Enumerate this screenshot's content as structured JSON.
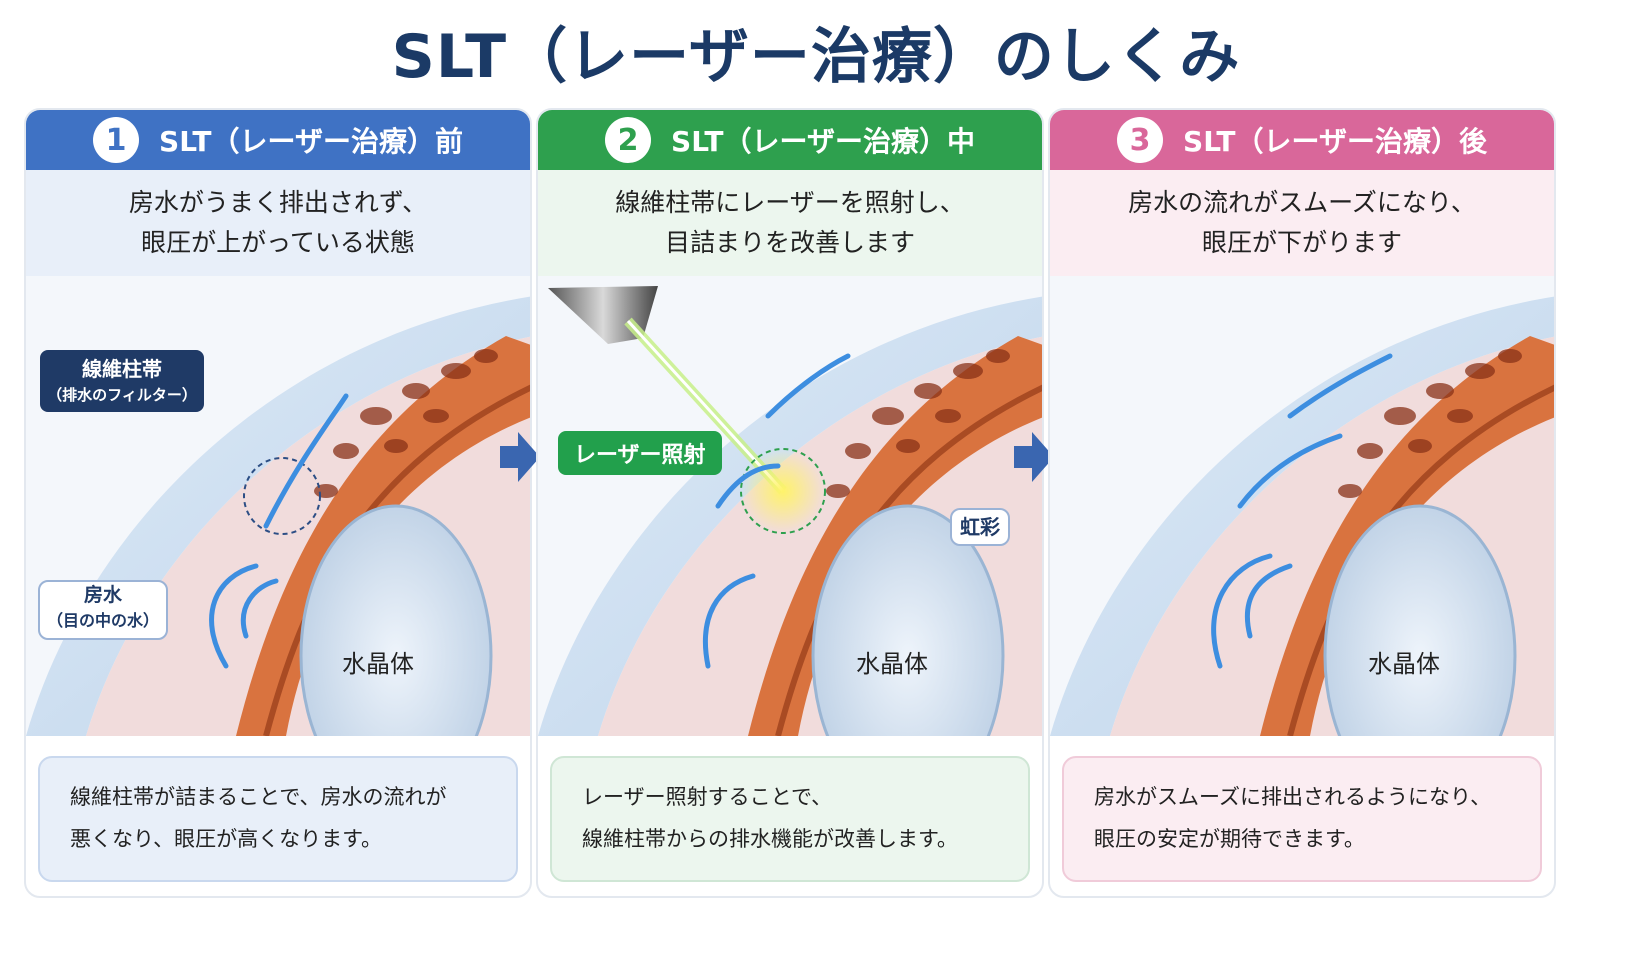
{
  "title": "SLT（レーザー治療）のしくみ",
  "panels": [
    {
      "number": "1",
      "header": "SLT（レーザー治療）前",
      "subtitle_line1": "房水がうまく排出されず、",
      "subtitle_line2": "眼圧が上がっている状態",
      "note_line1": "線維柱帯が詰まることで、房水の流れが",
      "note_line2": "悪くなり、眼圧が高くなります。",
      "lens_label": "水晶体",
      "color": "#3f72c4",
      "bg": "#e8eff9"
    },
    {
      "number": "2",
      "header": "SLT（レーザー治療）中",
      "subtitle_line1": "線維柱帯にレーザーを照射し、",
      "subtitle_line2": "目詰まりを改善します",
      "note_line1": "レーザー照射することで、",
      "note_line2": "線維柱帯からの排水機能が改善します。",
      "lens_label": "水晶体",
      "color": "#2ea04e",
      "bg": "#ecf6ee"
    },
    {
      "number": "3",
      "header": "SLT（レーザー治療）後",
      "subtitle_line1": "房水の流れがスムーズになり、",
      "subtitle_line2": "眼圧が下がります",
      "note_line1": "房水がスムーズに排出されるようになり、",
      "note_line2": "眼圧の安定が期待できます。",
      "lens_label": "水晶体",
      "color": "#d9679a",
      "bg": "#fbedf2"
    }
  ],
  "labels": {
    "trabecular_title": "線維柱帯",
    "trabecular_sub": "（排水のフィルター）",
    "aqueous_title": "房水",
    "aqueous_sub": "（目の中の水）",
    "laser": "レーザー照射",
    "iris": "虹彩"
  },
  "colors": {
    "arrow": "#3a66b0",
    "flow": "#3d8ee0",
    "tissue": "#d9733f"
  }
}
